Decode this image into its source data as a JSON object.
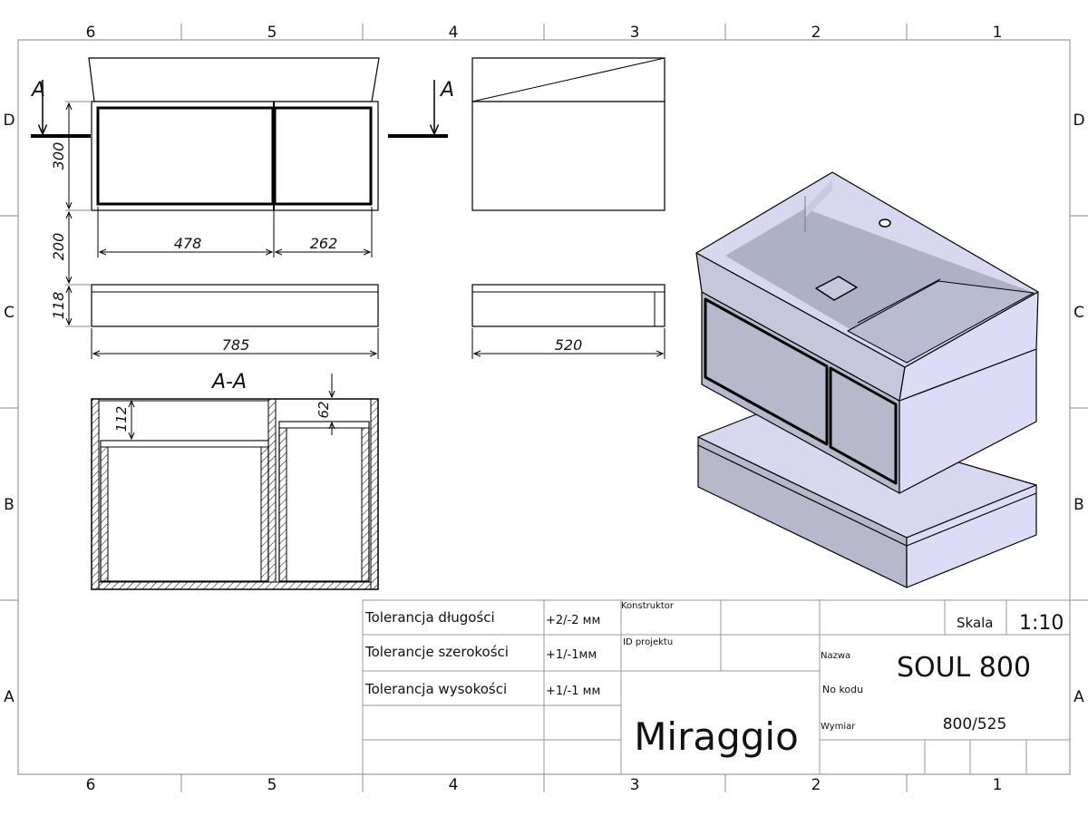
{
  "frame": {
    "columns": [
      "6",
      "5",
      "4",
      "3",
      "2",
      "1"
    ],
    "rows": [
      "D",
      "C",
      "B",
      "A"
    ]
  },
  "section_marker": {
    "letter": "A",
    "title": "A-A"
  },
  "dimensions": {
    "front_height": "300",
    "front_gap": "200",
    "base_height": "118",
    "left_width": "478",
    "right_width": "262",
    "base_width": "785",
    "side_depth": "520",
    "section_top_left": "112",
    "section_top_right": "62"
  },
  "title_block": {
    "tol_length_label": "Tolerancja długości",
    "tol_length_value": "+2/-2 мм",
    "tol_width_label": "Tolerancje szerokości",
    "tol_width_value": "+1/-1мм",
    "tol_height_label": "Tolerancja wysokości",
    "tol_height_value": "+1/-1 мм",
    "konstruktor_label": "Konstruktor",
    "id_projektu_label": "ID projektu",
    "company": "Miraggio",
    "skala_label": "Skala",
    "skala_value": "1:10",
    "nazwa_label": "Nazwa",
    "nazwa_value": "SOUL 800",
    "nokodu_label": "No kodu",
    "wymiar_label": "Wymiar",
    "wymiar_value": "800/525"
  },
  "colors": {
    "iso_top": "#d7d8f0",
    "iso_front": "#b7b8cc",
    "iso_side": "#dcdcf6",
    "iso_basin": "#aeb0c8"
  }
}
